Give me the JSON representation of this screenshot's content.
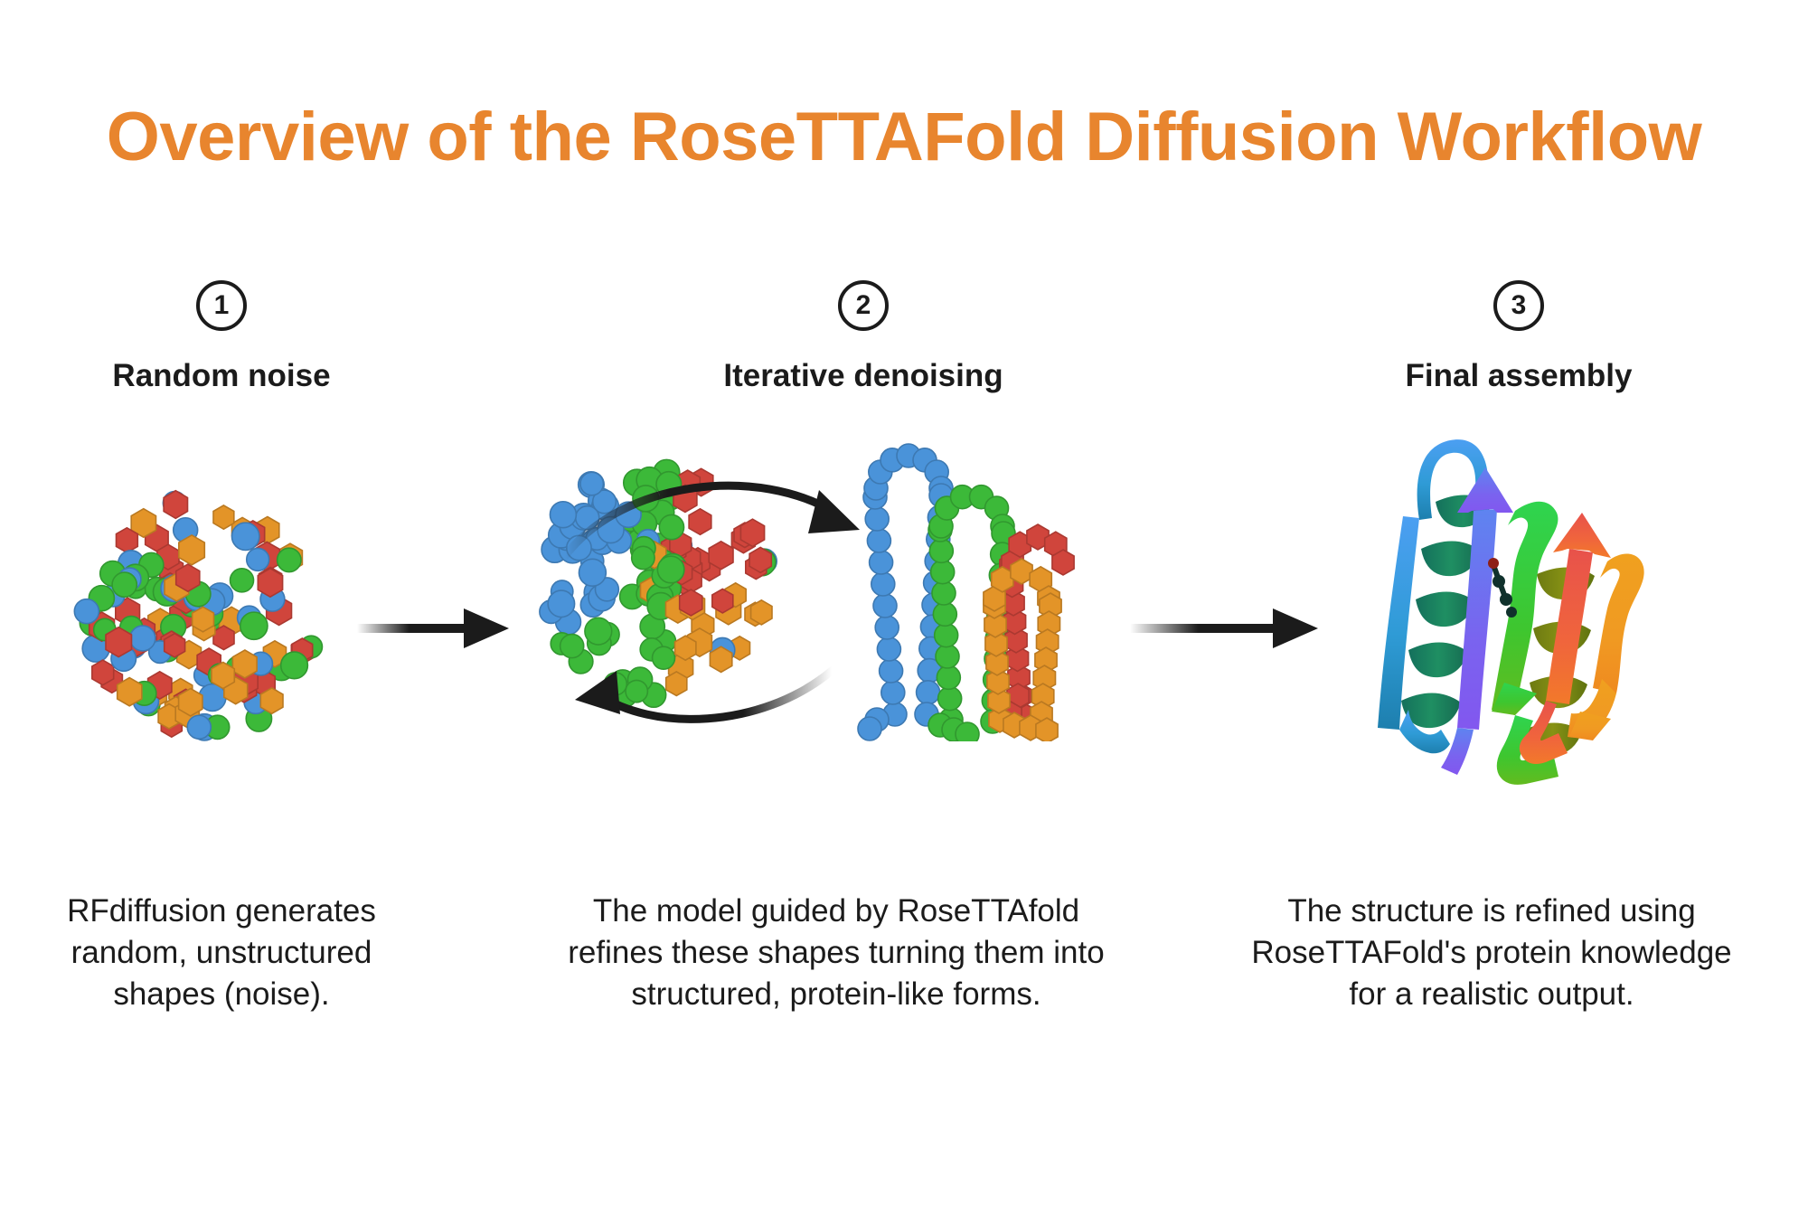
{
  "title": "Overview of the RoseTTAFold Diffusion Workflow",
  "theme": {
    "title_color": "#e8852e",
    "text_color": "#1b1b1b",
    "background": "#ffffff",
    "particle_blue": "#4a93d9",
    "particle_green": "#3cb939",
    "particle_red": "#d0453c",
    "particle_orange": "#e39428",
    "arrow_color": "#1b1b1b"
  },
  "steps": [
    {
      "number": "1",
      "label": "Random noise",
      "caption": "RFdiffusion generates random, unstructured shapes (noise).",
      "caption_lines": [
        "RFdiffusion generates",
        "random, unstructured",
        "shapes (noise)."
      ],
      "illustration": "random-noise-particle-cloud"
    },
    {
      "number": "2",
      "label": "Iterative denoising",
      "caption": "The model guided by RoseTTAfold refines these shapes turning them into structured, protein-like forms.",
      "caption_lines": [
        "The model guided by RoseTTAfold",
        "refines these shapes turning them into",
        "structured, protein-like forms."
      ],
      "illustration": "noise-cloud-to-ordered-chains-with-cycle-arrows"
    },
    {
      "number": "3",
      "label": "Final assembly",
      "caption": "The structure is refined using RoseTTAFold's protein knowledge for a realistic output.",
      "caption_lines": [
        "The structure is refined using",
        "RoseTTAFold's protein knowledge",
        "for a realistic output."
      ],
      "illustration": "rainbow-protein-ribbon-cartoon"
    }
  ],
  "arrows": [
    {
      "name": "arrow-step1-to-step2",
      "direction": "right"
    },
    {
      "name": "arrow-step2-to-step3",
      "direction": "right"
    }
  ],
  "cycle_arrows": [
    {
      "name": "cycle-arrow-forward",
      "direction": "right"
    },
    {
      "name": "cycle-arrow-backward",
      "direction": "left"
    }
  ]
}
